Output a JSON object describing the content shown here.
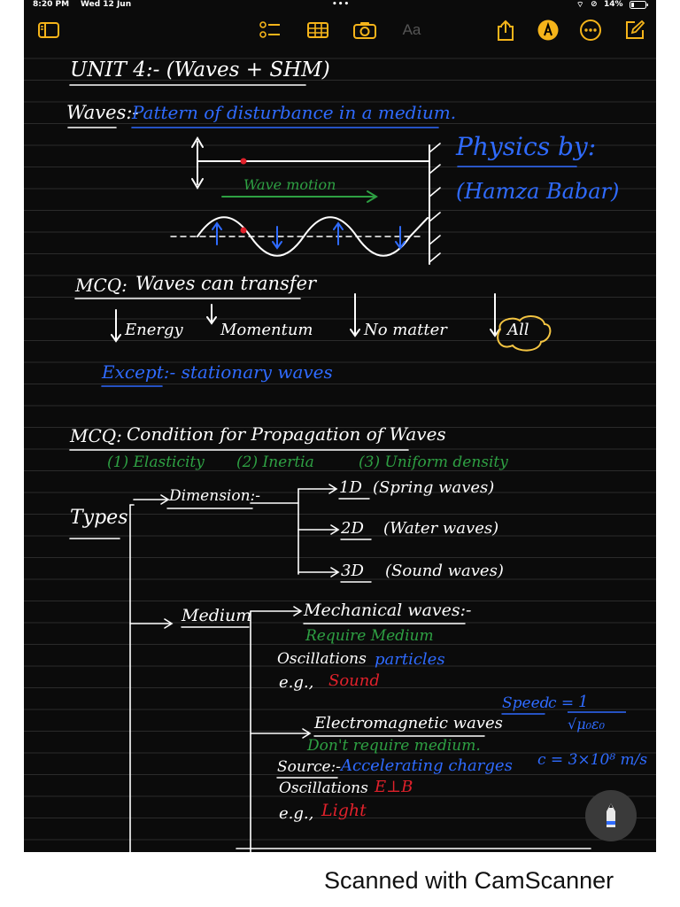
{
  "status_bar": {
    "time": "8:20 PM",
    "date": "Wed 12 Jun",
    "dots": "•••",
    "battery": "14%"
  },
  "toolbar": {
    "font_label": "Aa"
  },
  "colors": {
    "accent": "#f5b41a",
    "background": "#0b0b0b",
    "ink_white": "#ffffff",
    "ink_blue": "#2f6bff",
    "ink_green": "#2ea043",
    "ink_red": "#e0212b"
  },
  "note": {
    "unit_title": "UNIT 4:- (Waves + SHM)",
    "waves_label": "Waves:-",
    "waves_definition": "Pattern of disturbance in a medium.",
    "wave_motion_label": "Wave motion",
    "credit_line1": "Physics by:",
    "credit_line2": "(Hamza Babar)",
    "mcq1": {
      "label": "MCQ:",
      "question": "Waves can transfer",
      "options": [
        "Energy",
        "Momentum",
        "No matter",
        "All"
      ]
    },
    "exception": "Except:- stationary waves",
    "mcq2": {
      "label": "MCQ:",
      "question": "Condition for Propagation of Waves",
      "conditions": [
        "(1) Elasticity",
        "(2) Inertia",
        "(3) Uniform density"
      ]
    },
    "types_label": "Types",
    "dimension": {
      "label": "Dimension:-",
      "items": [
        {
          "dim": "1D",
          "example": "(Spring waves)"
        },
        {
          "dim": "2D",
          "example": "(Water waves)"
        },
        {
          "dim": "3D",
          "example": "(Sound waves)"
        }
      ]
    },
    "medium": {
      "label": "Medium",
      "mechanical": {
        "title": "Mechanical waves:-",
        "requirement": "Require Medium",
        "oscillations_label": "Oscillations",
        "oscillations_value": "particles",
        "example_label": "e.g.,",
        "example_value": "Sound"
      },
      "electromagnetic": {
        "title": "Electromagnetic waves",
        "requirement": "Don't require medium.",
        "source_label": "Source:-",
        "source_value": "Accelerating charges",
        "oscillations_label": "Oscillations",
        "oscillations_value": "E⊥B",
        "example_label": "e.g.,",
        "example_value": "Light"
      }
    },
    "speed": {
      "label": "Speed",
      "formula_lhs": "c =",
      "numerator": "1",
      "denominator": "√μ₀ε₀",
      "value": "c = 3×10⁸ m/s"
    }
  },
  "footer": {
    "brand": "Scanned with CamScanner"
  }
}
